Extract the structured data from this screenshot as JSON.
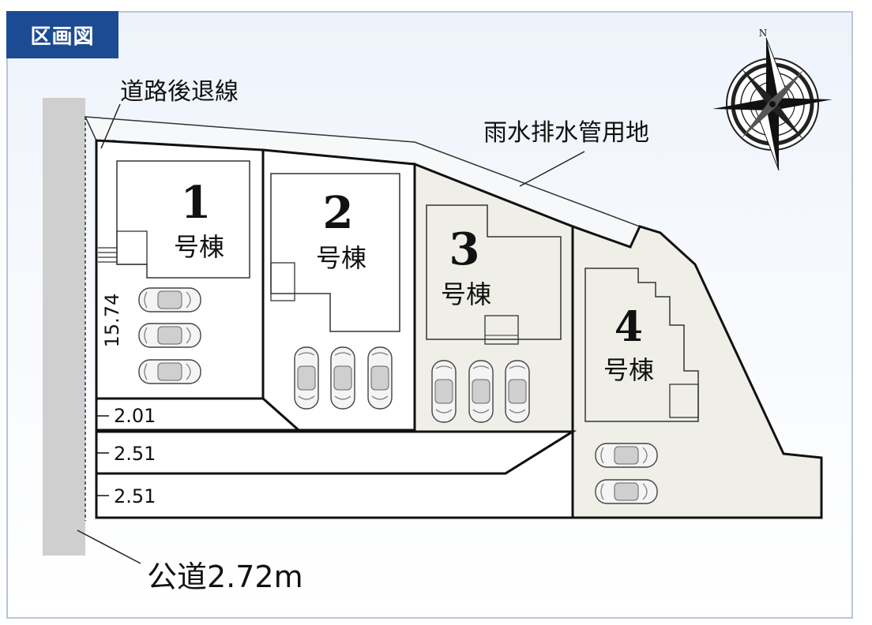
{
  "title": "区画図",
  "labels": {
    "setback": "道路後退線",
    "drainage": "雨水排水管用地",
    "road": "公道2.72m"
  },
  "compass": {
    "north": "N"
  },
  "dimensions": {
    "frontage": "15.74",
    "d1": "2.01",
    "d2": "2.51",
    "d3": "2.51"
  },
  "lots": [
    {
      "number": "1",
      "suffix": "号棟"
    },
    {
      "number": "2",
      "suffix": "号棟"
    },
    {
      "number": "3",
      "suffix": "号棟"
    },
    {
      "number": "4",
      "suffix": "号棟"
    }
  ],
  "colors": {
    "badge": "#1c4b94",
    "road": "#cfcfcf",
    "lot_shade": "#efefe8",
    "line": "#111111"
  }
}
